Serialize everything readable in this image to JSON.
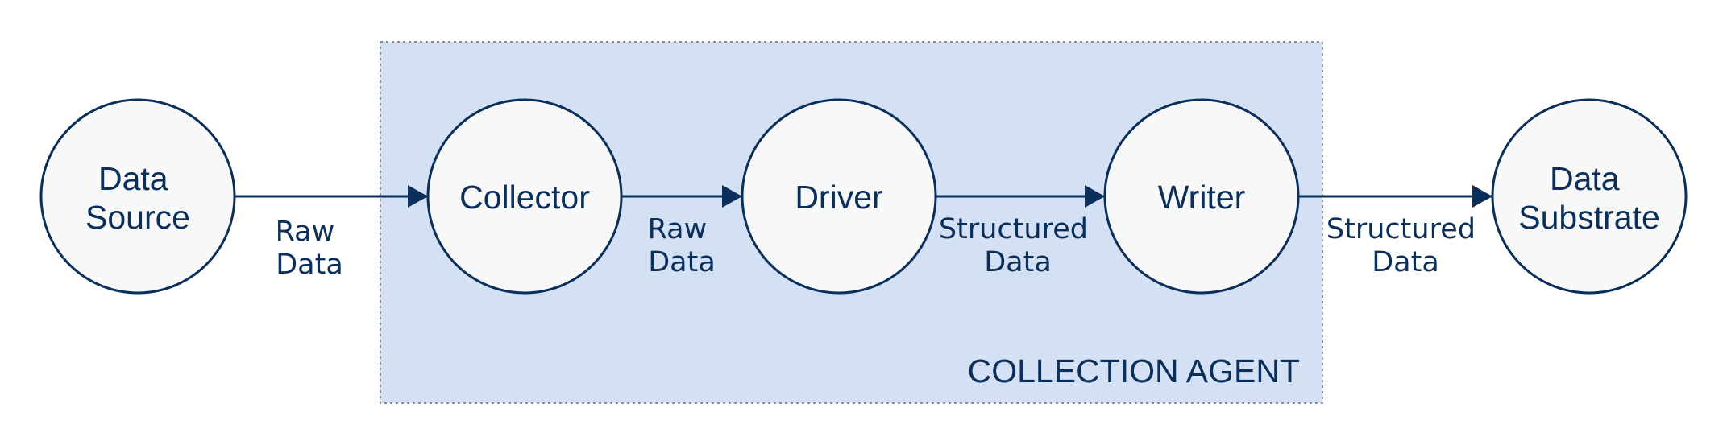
{
  "colors": {
    "stroke": "#0b2f5b",
    "text": "#0b2f5b",
    "node_fill": "#f8f8f8",
    "agent_fill": "#d4e1f5",
    "agent_border": "#8a8a8a"
  },
  "agent": {
    "label": "COLLECTION AGENT"
  },
  "nodes": [
    {
      "line1": "Data",
      "line2": "Source"
    },
    {
      "line1": "Collector"
    },
    {
      "line1": "Driver"
    },
    {
      "line1": "Writer"
    },
    {
      "line1": "Data",
      "line2": "Substrate"
    }
  ],
  "edges": [
    {
      "line1": "Raw",
      "line2": "Data"
    },
    {
      "line1": "Raw",
      "line2": "Data"
    },
    {
      "line1": "Structured",
      "line2": "Data"
    },
    {
      "line1": "Structured",
      "line2": "Data"
    }
  ]
}
